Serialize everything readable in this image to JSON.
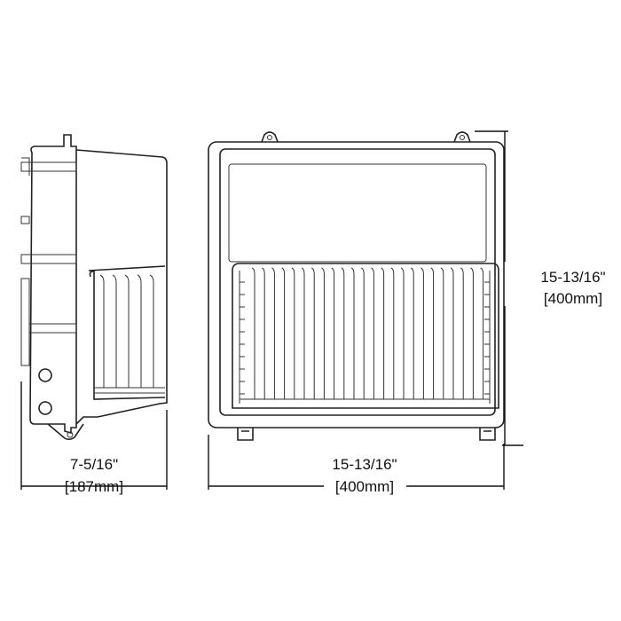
{
  "depth": {
    "imperial": "7-5/16\"",
    "metric": "[187mm]"
  },
  "width": {
    "imperial": "15-13/16\"",
    "metric": "[400mm]"
  },
  "height": {
    "imperial": "15-13/16\"",
    "metric": "[400mm]"
  },
  "colors": {
    "line": "#222222",
    "background": "#ffffff"
  }
}
